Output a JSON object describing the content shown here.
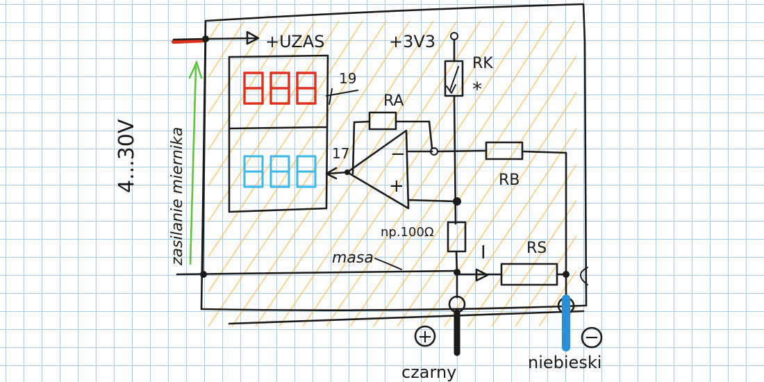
{
  "colors": {
    "ink": "#1a1a1a",
    "grid": "#a9cde9",
    "display_top": "#e0301e",
    "display_bottom": "#38b9e8",
    "range_marker": "#5cc43c",
    "hatch": "#f3b93c",
    "lead_positive": "#e0301e",
    "lead_negative": "#2a8fd6",
    "label_negative": "#2aa0e0"
  },
  "labels": {
    "supply_out": "+UZAS",
    "supply_3v3": "+3V3",
    "rk": "RK",
    "rk_mark": "*",
    "ra": "RA",
    "rb": "RB",
    "rs": "RS",
    "r100": "np.100Ω",
    "current": "I",
    "ground": "masa",
    "pin_19": "19",
    "pin_17": "17",
    "opamp_minus": "−",
    "opamp_plus": "+",
    "voltage_range": "4...30V",
    "meter_power": "zasilanie miernika",
    "plus_symbol": "+",
    "minus_symbol": "−",
    "lead_black": "czarny",
    "lead_blue": "niebieski"
  },
  "displays": {
    "top_digits": "888",
    "bottom_digits": "888"
  }
}
